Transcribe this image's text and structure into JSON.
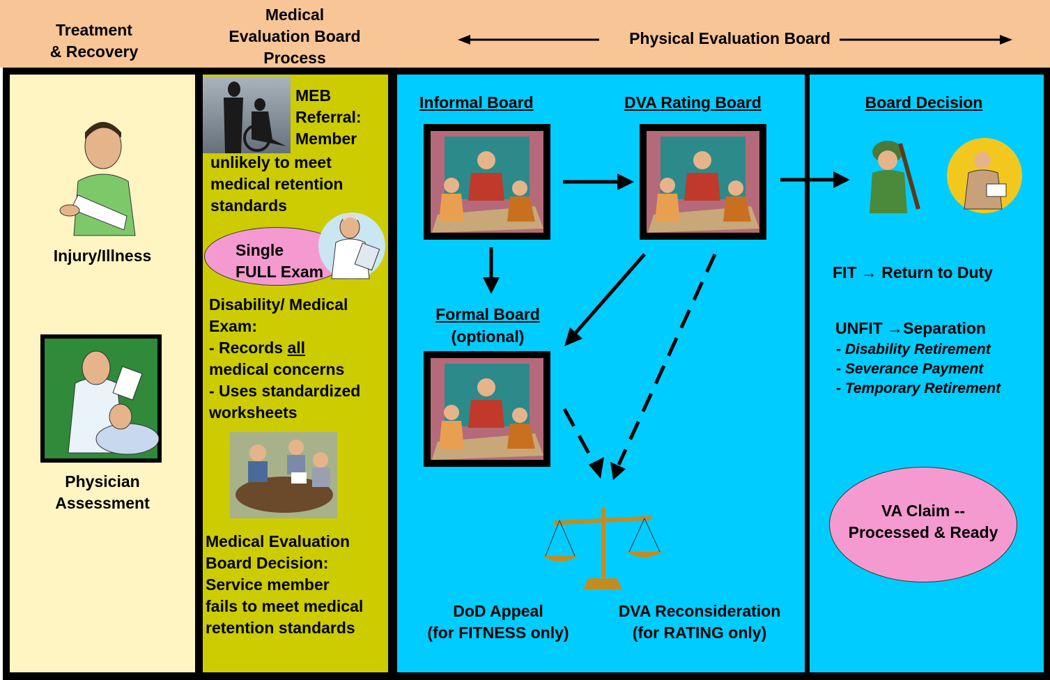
{
  "header": {
    "col1": [
      "Treatment",
      "& Recovery"
    ],
    "col2": [
      "Medical",
      "Evaluation Board",
      "Process"
    ],
    "col3": "Physical Evaluation Board"
  },
  "col1": {
    "injury": "Injury/Illness",
    "physician": [
      "Physician",
      "Assessment"
    ]
  },
  "col2": {
    "referral": [
      "MEB",
      "Referral:",
      "Member",
      "unlikely to meet",
      "medical retention",
      "standards"
    ],
    "exam_ellipse": [
      "Single",
      "FULL Exam"
    ],
    "exam_label": [
      "Disability/ Medical",
      "Exam:"
    ],
    "records_prefix": "- Records ",
    "records_all": "all",
    "records_rest": "medical concerns",
    "uses": [
      "- Uses standardized",
      "worksheets"
    ],
    "decision": [
      "Medical Evaluation",
      "Board Decision:",
      "Service member",
      "fails to meet medical",
      "retention standards"
    ]
  },
  "col3": {
    "informal": "Informal Board",
    "dva_rating": "DVA Rating Board",
    "formal": "Formal Board",
    "formal_sub": "(optional)",
    "dod_appeal": [
      "DoD Appeal",
      "(for FITNESS only)"
    ],
    "dva_recon": [
      "DVA Reconsideration",
      "(for RATING only)"
    ]
  },
  "col4": {
    "decision": "Board Decision",
    "fit": "FIT → Return to Duty",
    "unfit": "UNFIT →Separation",
    "outcomes": [
      "Disability Retirement",
      "Severance Payment",
      "Temporary Retirement"
    ],
    "va_claim": [
      "VA Claim --",
      "Processed & Ready"
    ]
  },
  "colors": {
    "header_bg": "#f8c597",
    "col1_bg": "#fff5c2",
    "col2_bg": "#cccc00",
    "col3_bg": "#00ccff",
    "ellipse_pink": "#f59ad0"
  },
  "icons": [
    "injured-man-icon",
    "doctor-with-patient-icon",
    "wheelchair-silhouette-icon",
    "doctor-clipboard-icon",
    "meeting-icon",
    "board-meeting-icon",
    "scales-of-justice-icon",
    "soldier-icon",
    "businessman-icon"
  ]
}
